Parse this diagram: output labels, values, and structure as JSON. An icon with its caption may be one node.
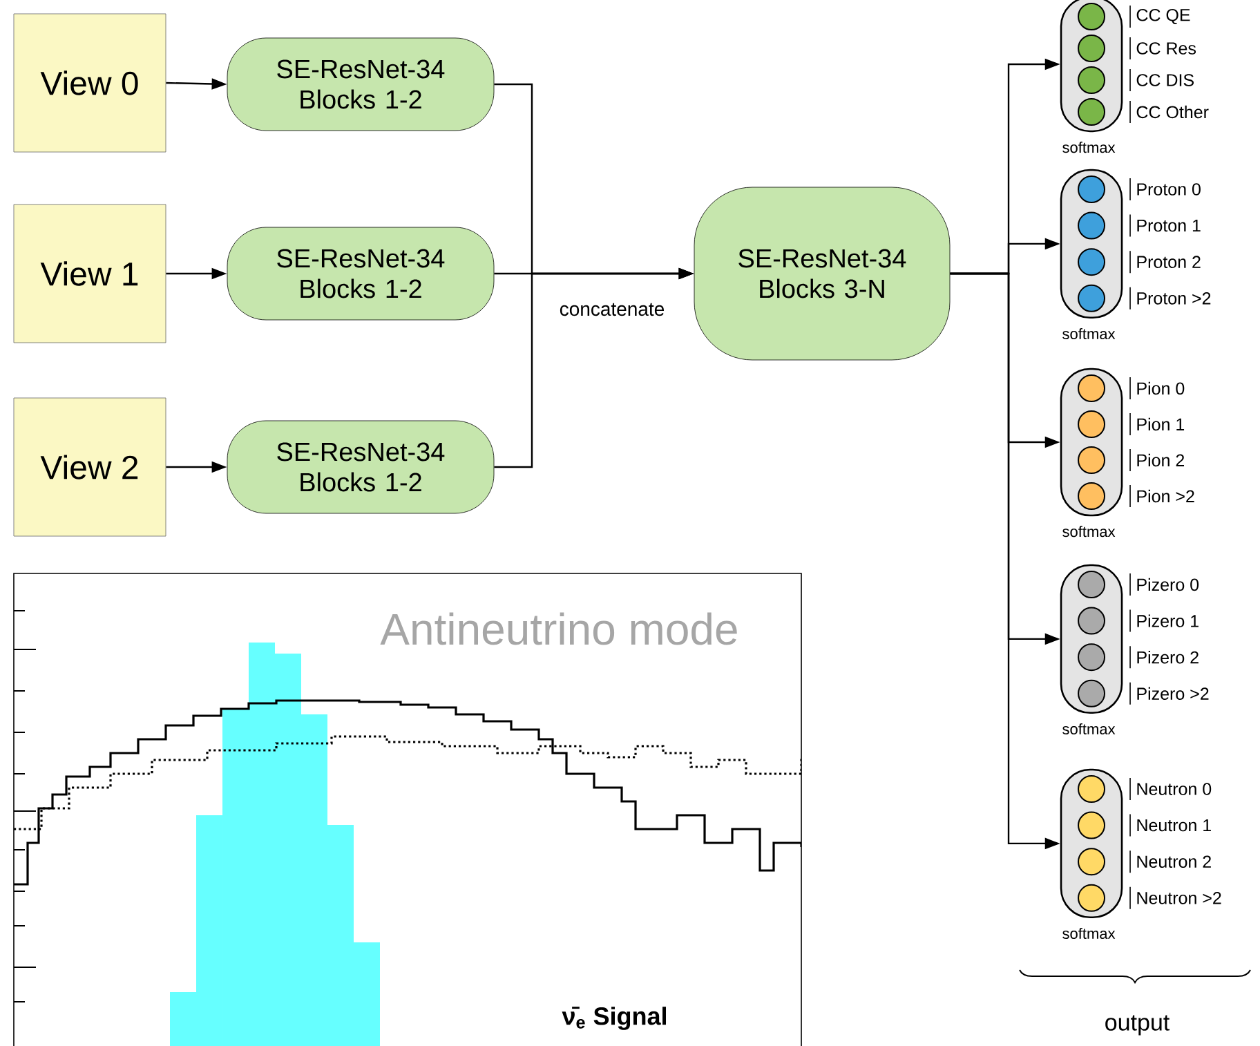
{
  "diagram": {
    "nodes": [
      {
        "text": [
          "View 0"
        ]
      },
      {
        "text": [
          "View 1"
        ]
      },
      {
        "text": [
          "View 2"
        ]
      },
      {
        "text": [
          "SE-ResNet-34 Blocks 1-2"
        ]
      },
      {
        "text": [
          "SE-ResNet-34 Blocks 1-2"
        ]
      },
      {
        "text": [
          "SE-ResNet-34 Blocks 1-2"
        ]
      },
      {
        "text": [
          "SE-ResNet-34 Blocks 3-N"
        ]
      },
      {
        "text": [],
        "shape": "capsule",
        "beside": [
          "softmax"
        ]
      },
      {
        "text": [],
        "shape": "circle",
        "in": 7,
        "beside": [
          "CC QE"
        ]
      },
      {
        "text": [],
        "shape": "circle",
        "in": 7,
        "beside": [
          "CC Res"
        ]
      },
      {
        "text": [],
        "shape": "circle",
        "in": 7,
        "beside": [
          "CC DIS"
        ]
      },
      {
        "text": [],
        "shape": "circle",
        "in": 7,
        "beside": [
          "CC Other"
        ]
      },
      {
        "text": [],
        "shape": "capsule",
        "beside": [
          "softmax"
        ]
      },
      {
        "text": [],
        "shape": "circle",
        "in": 12,
        "beside": [
          "Proton 0"
        ]
      },
      {
        "text": [],
        "shape": "circle",
        "in": 12,
        "beside": [
          "Proton 1"
        ]
      },
      {
        "text": [],
        "shape": "circle",
        "in": 12,
        "beside": [
          "Proton 2"
        ]
      },
      {
        "text": [],
        "shape": "circle",
        "in": 12,
        "beside": [
          "Proton >2"
        ]
      },
      {
        "text": [],
        "shape": "capsule",
        "beside": [
          "softmax"
        ]
      },
      {
        "text": [],
        "shape": "circle",
        "in": 17,
        "beside": [
          "Pion 0"
        ]
      },
      {
        "text": [],
        "shape": "circle",
        "in": 17,
        "beside": [
          "Pion 1"
        ]
      },
      {
        "text": [],
        "shape": "circle",
        "in": 17,
        "beside": [
          "Pion 2"
        ]
      },
      {
        "text": [],
        "shape": "circle",
        "in": 17,
        "beside": [
          "Pion >2"
        ]
      },
      {
        "text": [],
        "shape": "capsule",
        "beside": [
          "softmax"
        ]
      },
      {
        "text": [],
        "shape": "circle",
        "in": 22,
        "beside": [
          "Pizero 0"
        ]
      },
      {
        "text": [],
        "shape": "circle",
        "in": 22,
        "beside": [
          "Pizero 1"
        ]
      },
      {
        "text": [],
        "shape": "circle",
        "in": 22,
        "beside": [
          "Pizero 2"
        ]
      },
      {
        "text": [],
        "shape": "circle",
        "in": 22,
        "beside": [
          "Pizero >2"
        ]
      },
      {
        "text": [],
        "shape": "capsule",
        "beside": [
          "softmax"
        ]
      },
      {
        "text": [],
        "shape": "circle",
        "in": 27,
        "beside": [
          "Neutron 0"
        ]
      },
      {
        "text": [],
        "shape": "circle",
        "in": 27,
        "beside": [
          "Neutron 1"
        ]
      },
      {
        "text": [],
        "shape": "circle",
        "in": 27,
        "beside": [
          "Neutron 2"
        ]
      },
      {
        "text": [],
        "shape": "circle",
        "in": 27,
        "beside": [
          "Neutron >2"
        ]
      }
    ],
    "edges": [
      {
        "from": 0,
        "to": 3,
        "arrow": "to"
      },
      {
        "from": 1,
        "to": 4,
        "arrow": "to"
      },
      {
        "from": 2,
        "to": 5,
        "arrow": "to"
      },
      {
        "from": 3,
        "to": 6,
        "arrow": "to"
      },
      {
        "from": 4,
        "to": 6,
        "arrow": "to",
        "label": "concatenate"
      },
      {
        "from": 5,
        "to": 6,
        "arrow": "to"
      },
      {
        "from": 6,
        "to": 7,
        "arrow": "to"
      },
      {
        "from": 6,
        "to": 12,
        "arrow": "to"
      },
      {
        "from": 6,
        "to": 17,
        "arrow": "to"
      },
      {
        "from": 6,
        "to": 22,
        "arrow": "to"
      },
      {
        "from": 6,
        "to": 27,
        "arrow": "to"
      }
    ],
    "labels": [
      "Antineutrino mode",
      "ν̄$_{e}$ Signal",
      "output"
    ]
  }
}
